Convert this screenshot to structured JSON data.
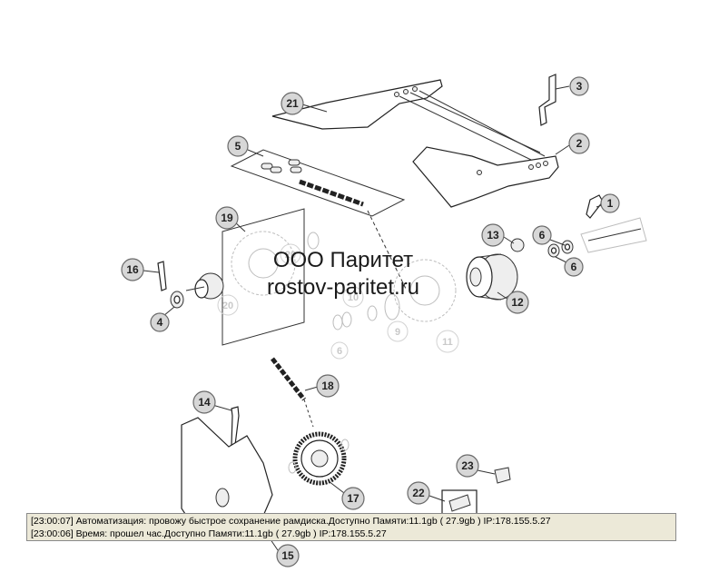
{
  "watermark": {
    "line1": "ООО Паритет",
    "line2": "rostov-paritet.ru"
  },
  "callouts": {
    "c1": "1",
    "c2": "2",
    "c3": "3",
    "c4": "4",
    "c5": "5",
    "c6a": "6",
    "c6b": "6",
    "c6c": "6",
    "c9": "9",
    "c10": "10",
    "c11": "11",
    "c12": "12",
    "c13": "13",
    "c14": "14",
    "c15": "15",
    "c16": "16",
    "c17": "17",
    "c18": "18",
    "c19": "19",
    "c20a": "20",
    "c20b": "20",
    "c21": "21",
    "c22": "22",
    "c23": "23"
  },
  "log": {
    "line1": "[23:00:07]  Автоматизация: провожу быстрое сохранение рамдиска.Доступно Памяти:11.1gb  ( 27.9gb ) IP:178.155.5.27",
    "line2": "[23:00:06]  Время: прошел час.Доступно Памяти:11.1gb  ( 27.9gb ) IP:178.155.5.27"
  }
}
